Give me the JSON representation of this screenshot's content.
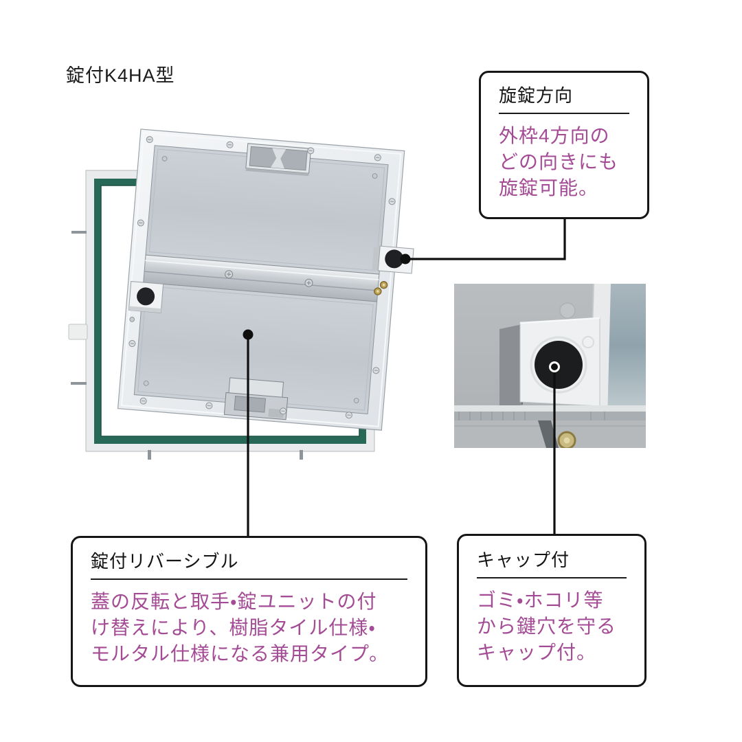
{
  "title": "錠付K4HA型",
  "colors": {
    "accent_text": "#a44b95",
    "heading_text": "#1b1b1b",
    "frame_green": "#286856",
    "callout_line": "#0f0f0f",
    "lock_cap_black": "#1b1d1f"
  },
  "callouts": {
    "rotation": {
      "title": "旋錠方向",
      "lines": [
        "外枠4方向の",
        "どの向きにも",
        "旋錠可能。"
      ]
    },
    "reversible": {
      "title": "錠付リバーシブル",
      "lines": [
        "蓋の反転と取手・錠ユニットの付",
        "け替えにより、樹脂タイル仕様・",
        "モルタル仕様になる兼用タイプ。"
      ]
    },
    "cap": {
      "title": "キャップ付",
      "lines": [
        "ゴミ・ホコリ等",
        "から鍵穴を守る",
        "キャップ付。"
      ]
    }
  }
}
